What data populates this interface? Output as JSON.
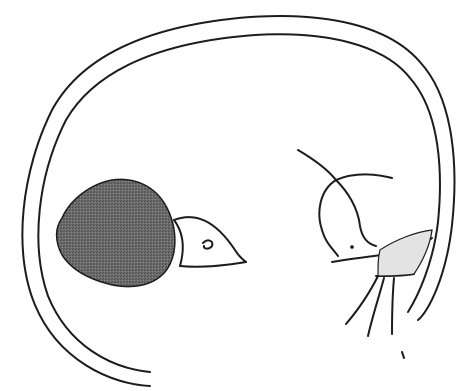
{
  "figure": {
    "background_color": "#ffffff",
    "line_color": "#1c1c1c",
    "lesion_fill_color": "#6b6b6b",
    "light_region_fill_color": "#e3e3e3",
    "parts": [
      "skull-outline",
      "dark-shaded-lesion",
      "ventricle-outline",
      "thalamus-outline",
      "basal-structures",
      "light-shaded-region"
    ]
  }
}
